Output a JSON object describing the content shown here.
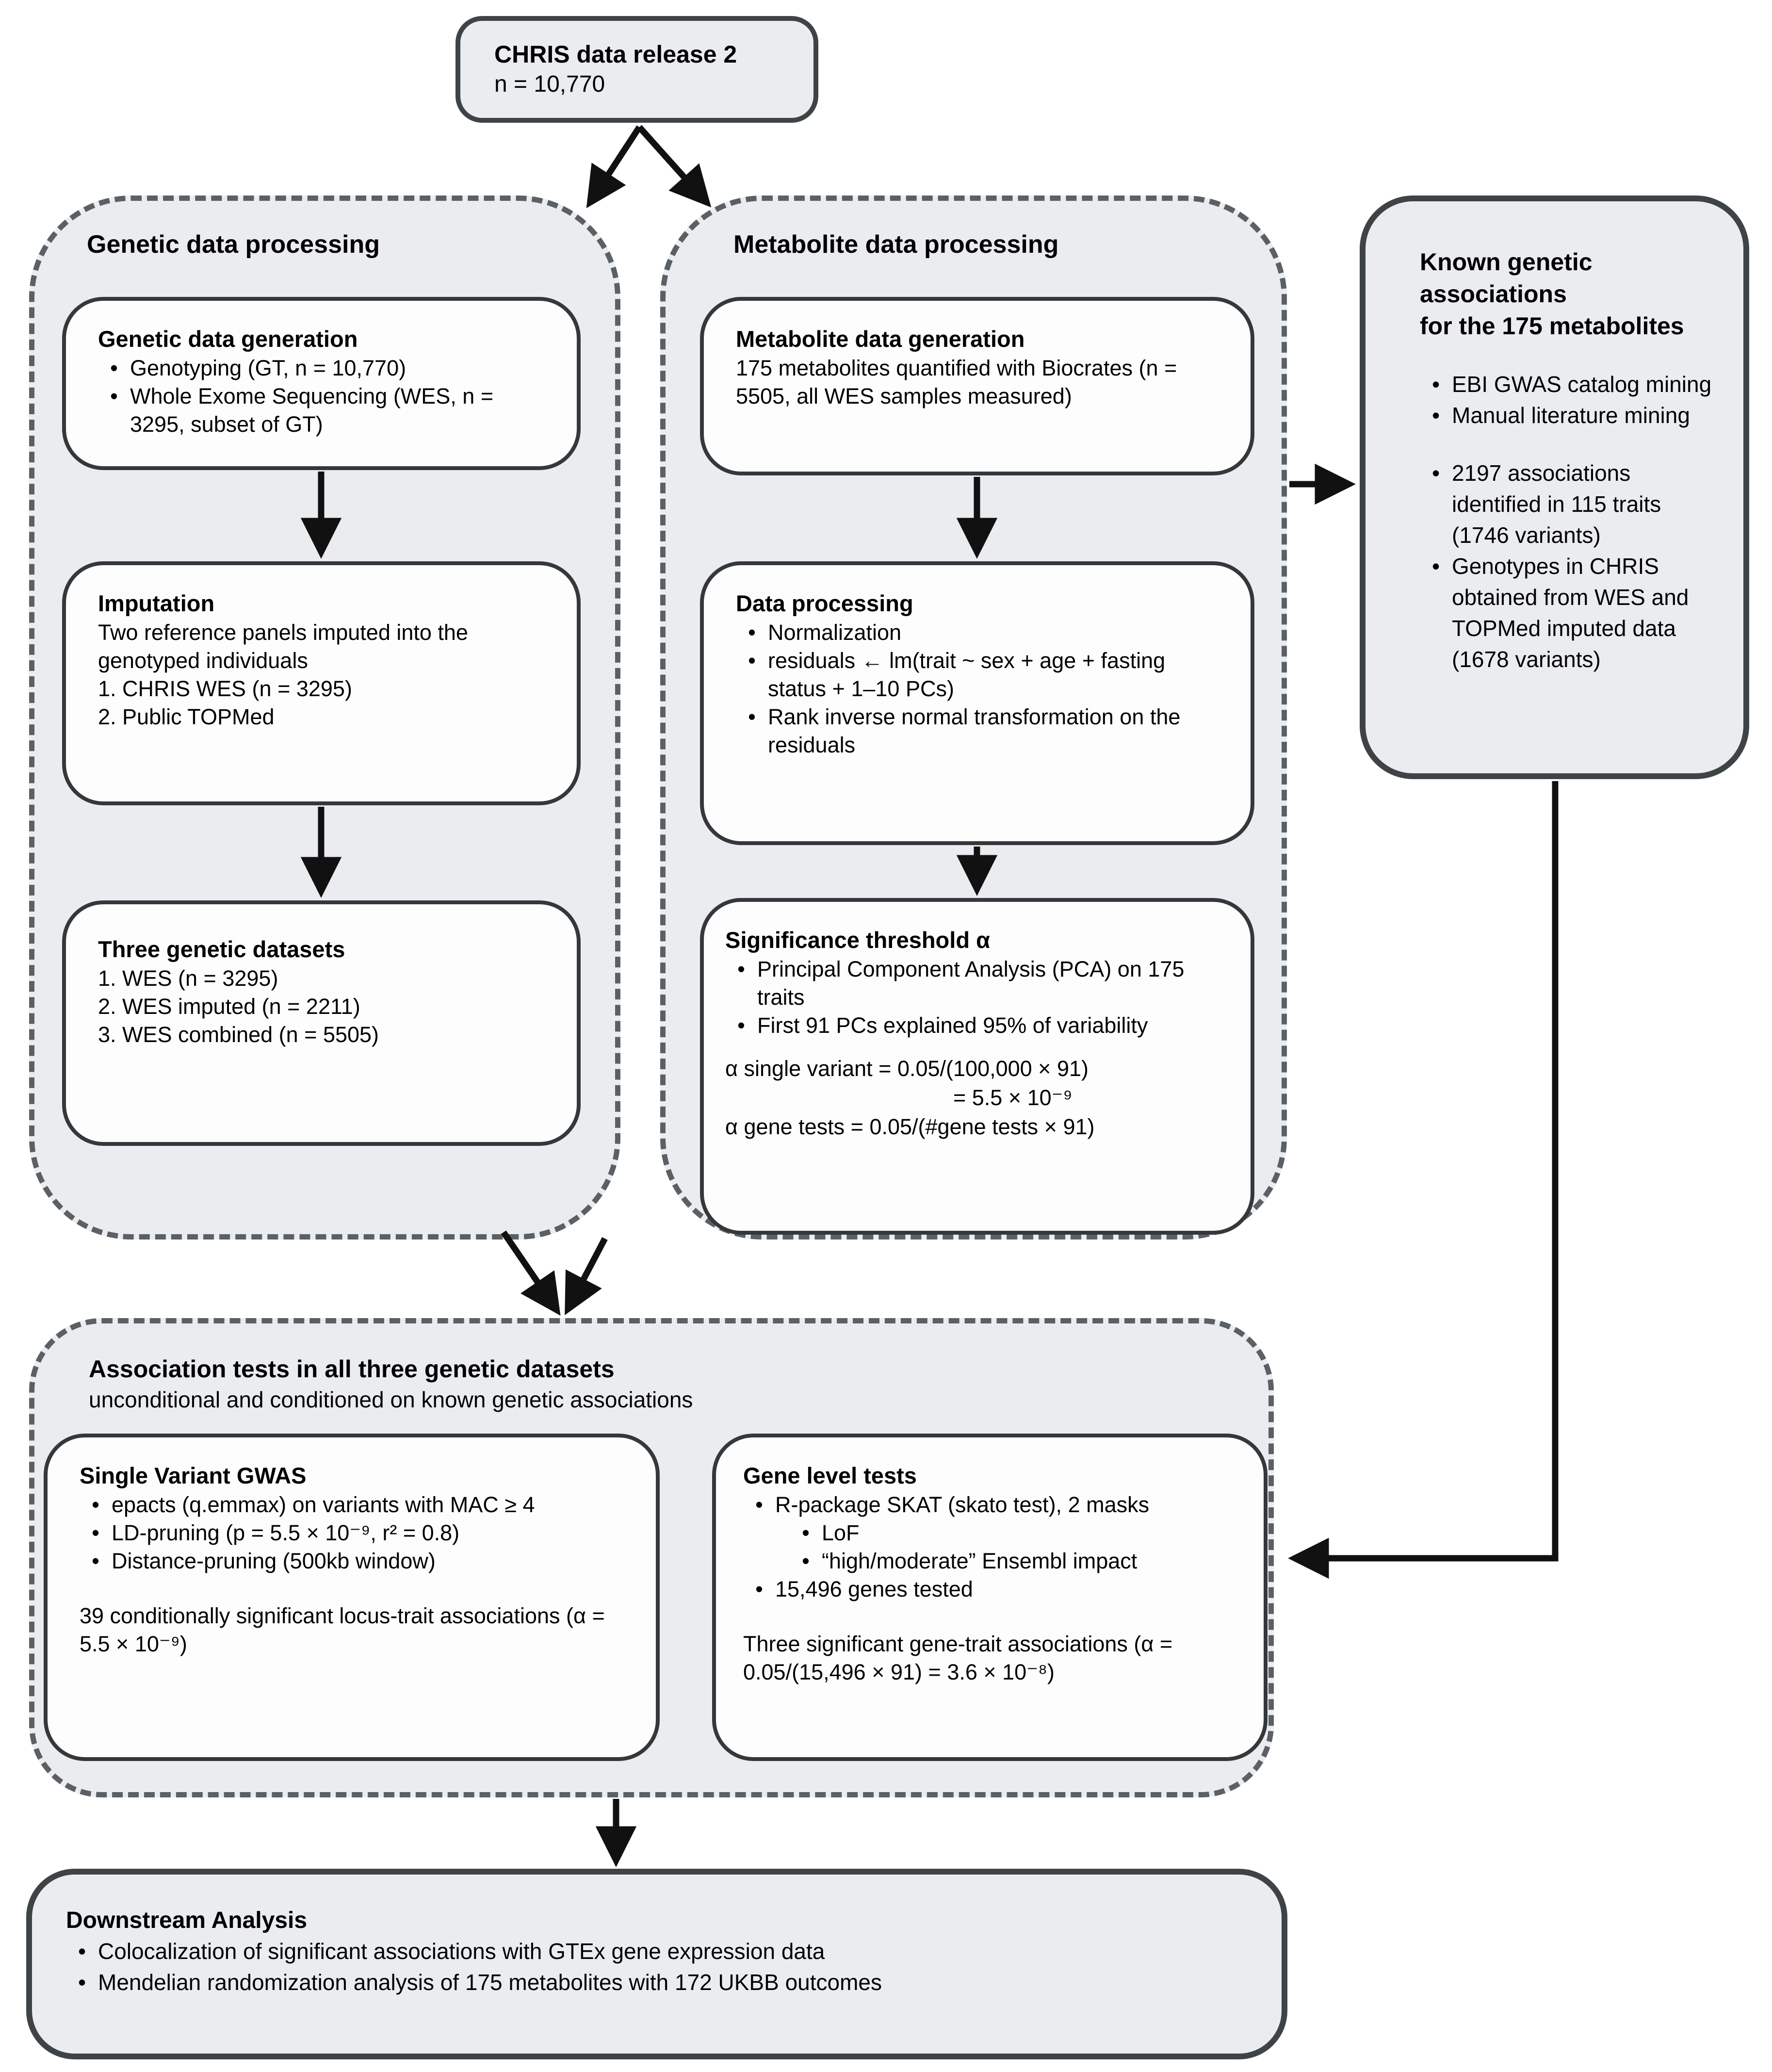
{
  "colors": {
    "panel_fill": "#eaecef",
    "solid_border": "#3e4346",
    "dashed_border": "#5b6064",
    "inner_box_fill": "#fdfdfe",
    "inner_box_border": "#34383b",
    "arrow": "#111111",
    "text": "#000000"
  },
  "top_box": {
    "title": "CHRIS data release 2",
    "subtitle": "n = 10,770"
  },
  "genetic_processing": {
    "title": "Genetic data processing",
    "generation": {
      "title": "Genetic data generation",
      "bullets": [
        "Genotyping (GT, n = 10,770)",
        "Whole Exome Sequencing (WES, n = 3295, subset of GT)"
      ]
    },
    "imputation": {
      "title": "Imputation",
      "intro": "Two reference panels imputed into the genotyped individuals",
      "items": [
        "1. CHRIS WES (n = 3295)",
        "2. Public TOPMed"
      ]
    },
    "datasets": {
      "title": "Three genetic datasets",
      "items": [
        "1. WES (n = 3295)",
        "2. WES imputed (n = 2211)",
        "3. WES combined (n = 5505)"
      ]
    }
  },
  "metabolite_processing": {
    "title": "Metabolite data processing",
    "generation": {
      "title": "Metabolite data generation",
      "body": "175 metabolites quantified with Biocrates (n = 5505, all WES samples measured)"
    },
    "data_processing": {
      "title": "Data processing",
      "bullets": [
        "Normalization",
        "residuals ← lm(trait ~ sex + age + fasting status + 1–10 PCs)",
        "Rank inverse normal transformation on the residuals"
      ]
    },
    "significance": {
      "title": "Significance threshold α",
      "bullets": [
        "Principal Component Analysis (PCA) on 175 traits",
        "First 91 PCs explained 95% of variability"
      ],
      "formula_line1": "α single variant = 0.05/(100,000 × 91)",
      "formula_line2": "= 5.5 × 10⁻⁹",
      "formula_line3": "α gene tests = 0.05/(#gene tests × 91)"
    }
  },
  "known_associations": {
    "title_lines": [
      "Known genetic",
      "associations",
      "for the 175 metabolites"
    ],
    "bullets_top": [
      "EBI GWAS catalog mining",
      "Manual literature mining"
    ],
    "bullets_bottom": [
      "2197 associations identified in 115 traits (1746 variants)",
      "Genotypes in CHRIS obtained from WES and TOPMed imputed data (1678 variants)"
    ]
  },
  "association_tests": {
    "title": "Association tests in all three genetic datasets",
    "subtitle": "unconditional and conditioned on known genetic associations",
    "single_variant": {
      "title": "Single Variant GWAS",
      "bullets": [
        "epacts (q.emmax) on variants with MAC ≥ 4",
        "LD-pruning (p = 5.5 × 10⁻⁹, r² = 0.8)",
        "Distance-pruning (500kb window)"
      ],
      "result": "39 conditionally significant locus-trait associations (α = 5.5 × 10⁻⁹)"
    },
    "gene_level": {
      "title": "Gene level tests",
      "bullet1": "R-package SKAT (skato test), 2 masks",
      "sub_bullets": [
        "LoF",
        "“high/moderate” Ensembl impact"
      ],
      "bullet2": "15,496 genes tested",
      "result": "Three significant gene-trait associations (α = 0.05/(15,496 × 91) = 3.6 × 10⁻⁸)"
    }
  },
  "downstream": {
    "title": "Downstream Analysis",
    "bullets": [
      "Colocalization of significant associations with GTEx gene expression data",
      "Mendelian randomization analysis of 175 metabolites with 172 UKBB outcomes"
    ]
  },
  "flow": [
    {
      "from": "chris-data-release-2",
      "to": "genetic-data-processing"
    },
    {
      "from": "chris-data-release-2",
      "to": "metabolite-data-processing"
    },
    {
      "from": "genetic-data-generation",
      "to": "imputation"
    },
    {
      "from": "imputation",
      "to": "three-genetic-datasets"
    },
    {
      "from": "metabolite-data-generation",
      "to": "data-processing"
    },
    {
      "from": "data-processing",
      "to": "significance-threshold"
    },
    {
      "from": "metabolite-data-processing",
      "to": "known-genetic-associations"
    },
    {
      "from": "genetic-data-processing",
      "to": "association-tests"
    },
    {
      "from": "metabolite-data-processing",
      "to": "association-tests"
    },
    {
      "from": "known-genetic-associations",
      "to": "association-tests"
    },
    {
      "from": "association-tests",
      "to": "downstream-analysis"
    }
  ]
}
